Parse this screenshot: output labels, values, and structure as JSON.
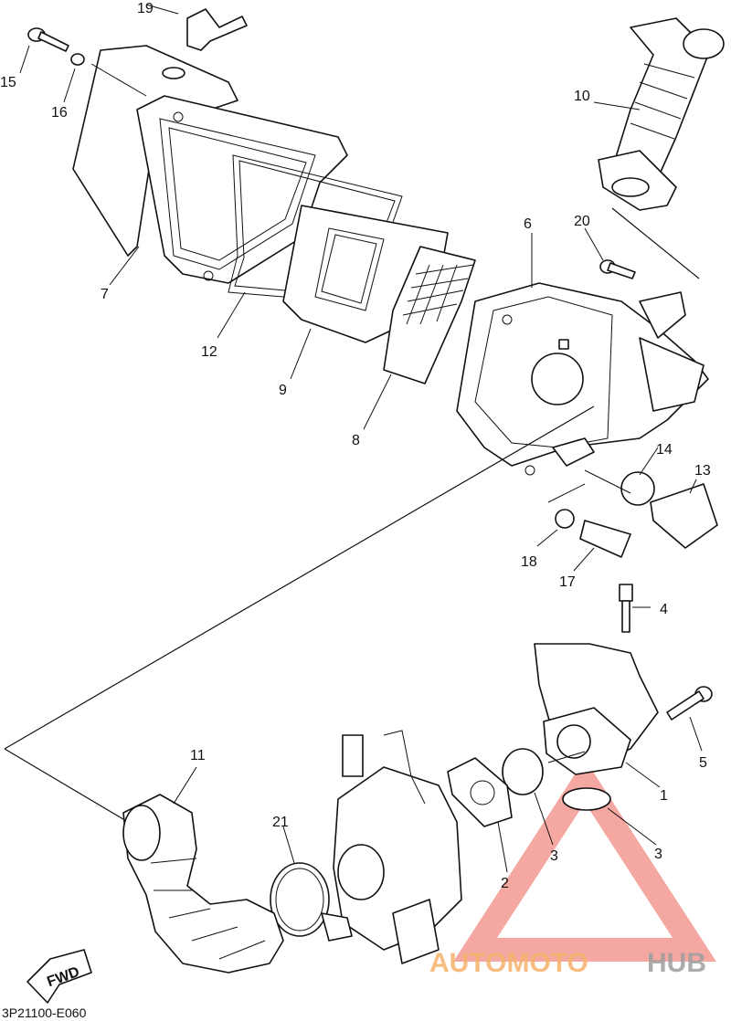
{
  "diagram": {
    "code": "3P21100-E060",
    "direction_label": "FWD",
    "watermark": {
      "text_a": "AUTOMOTO",
      "text_b": "HUB",
      "color_a": "#f6b26b",
      "color_b": "#9e9e9e",
      "logo_color": "#f28b82"
    },
    "labels": [
      "1",
      "2",
      "3",
      "3",
      "4",
      "5",
      "6",
      "7",
      "8",
      "9",
      "10",
      "11",
      "12",
      "13",
      "14",
      "15",
      "16",
      "17",
      "18",
      "19",
      "20",
      "21"
    ]
  }
}
